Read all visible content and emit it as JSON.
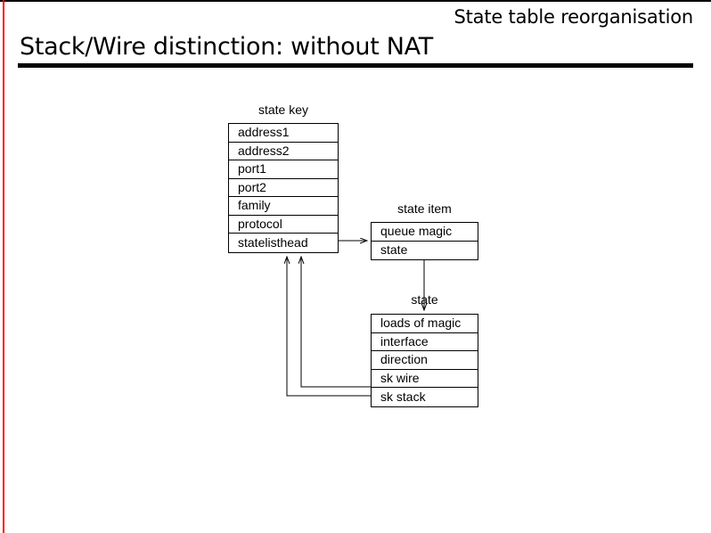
{
  "slide": {
    "header": "State table reorganisation",
    "title": "Stack/Wire distinction: without NAT"
  },
  "diagram": {
    "structs": [
      {
        "id": "state-key",
        "label": "state key",
        "fields": [
          "address1",
          "address2",
          "port1",
          "port2",
          "family",
          "protocol",
          "statelisthead"
        ]
      },
      {
        "id": "state-item",
        "label": "state item",
        "fields": [
          "queue magic",
          "state"
        ]
      },
      {
        "id": "state",
        "label": "state",
        "fields": [
          "loads of magic",
          "interface",
          "direction",
          "sk wire",
          "sk stack"
        ]
      }
    ],
    "connectors": [
      {
        "id": "statelisthead-to-state-item",
        "from": "state key.statelisthead",
        "to": "state item",
        "style": "arrow-right"
      },
      {
        "id": "state-item-to-state",
        "from": "state item",
        "to": "state",
        "style": "arrow-down"
      },
      {
        "id": "sk-wire-to-state-key",
        "from": "state.sk wire",
        "to": "state key",
        "style": "arrow-up"
      },
      {
        "id": "sk-stack-to-state-key",
        "from": "state.sk stack",
        "to": "state key",
        "style": "arrow-up"
      }
    ],
    "colors": {
      "line": "#000000",
      "box_fill": "#ffffff",
      "accent_rule": "#ff0000"
    }
  }
}
